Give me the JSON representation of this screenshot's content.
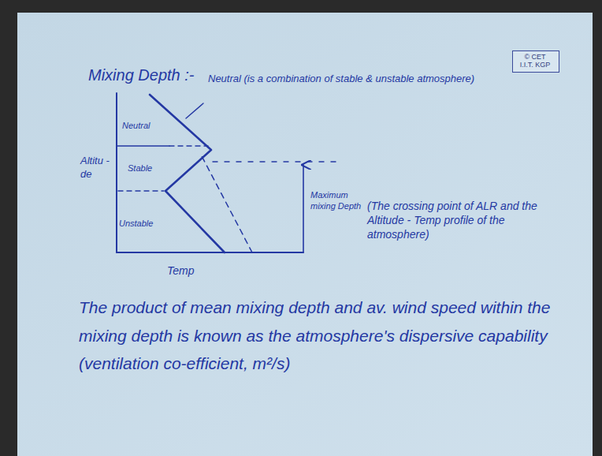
{
  "diagram": {
    "title": "Mixing Depth :-",
    "nodes": [
      {
        "text": [
          "© CET I.I.T. KGP"
        ]
      }
    ],
    "labels": [
      "Neutral (is a combination of stable & unstable atmosphere)",
      "Neutral",
      "Stable",
      "Altitu -de",
      "Unstable",
      "Maximum mixing Depth",
      "(The crossing point of ALR and the Altitude - Temp profile of the atmosphere)",
      "Temp",
      "The product of mean mixing depth and av. wind speed within the mixing depth is known as the atmosphere's dispersive capability (ventilation co-efficient, m²/s)"
    ]
  }
}
